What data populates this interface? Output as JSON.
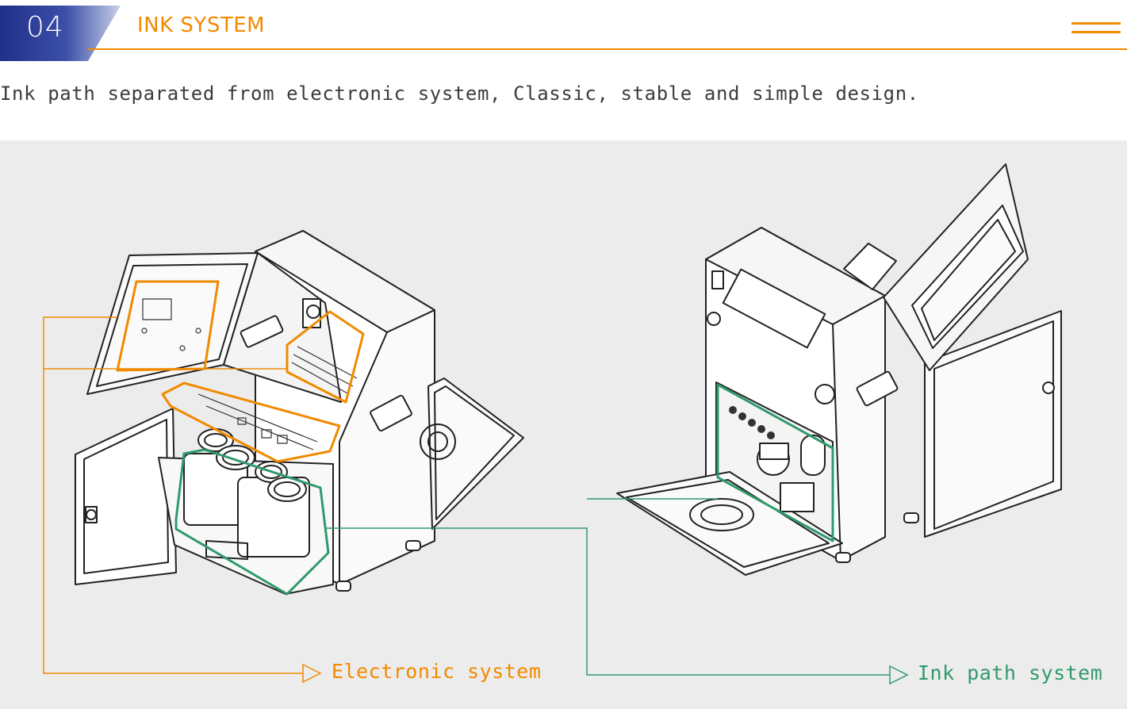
{
  "header": {
    "section_number": "04",
    "section_title": "INK SYSTEM"
  },
  "description": "Ink path separated from electronic system, Classic, stable and simple design.",
  "figure": {
    "callouts": {
      "electronic": "Electronic system",
      "ink_path": "Ink path system"
    }
  },
  "colors": {
    "accent_orange": "#f08a00",
    "accent_green": "#2f9a6b",
    "badge_blue": "#1f2f8a",
    "figure_background": "#ececec"
  },
  "icons": {
    "menu": "hamburger-menu-icon",
    "callout_arrow": "triangle-arrow-icon"
  }
}
